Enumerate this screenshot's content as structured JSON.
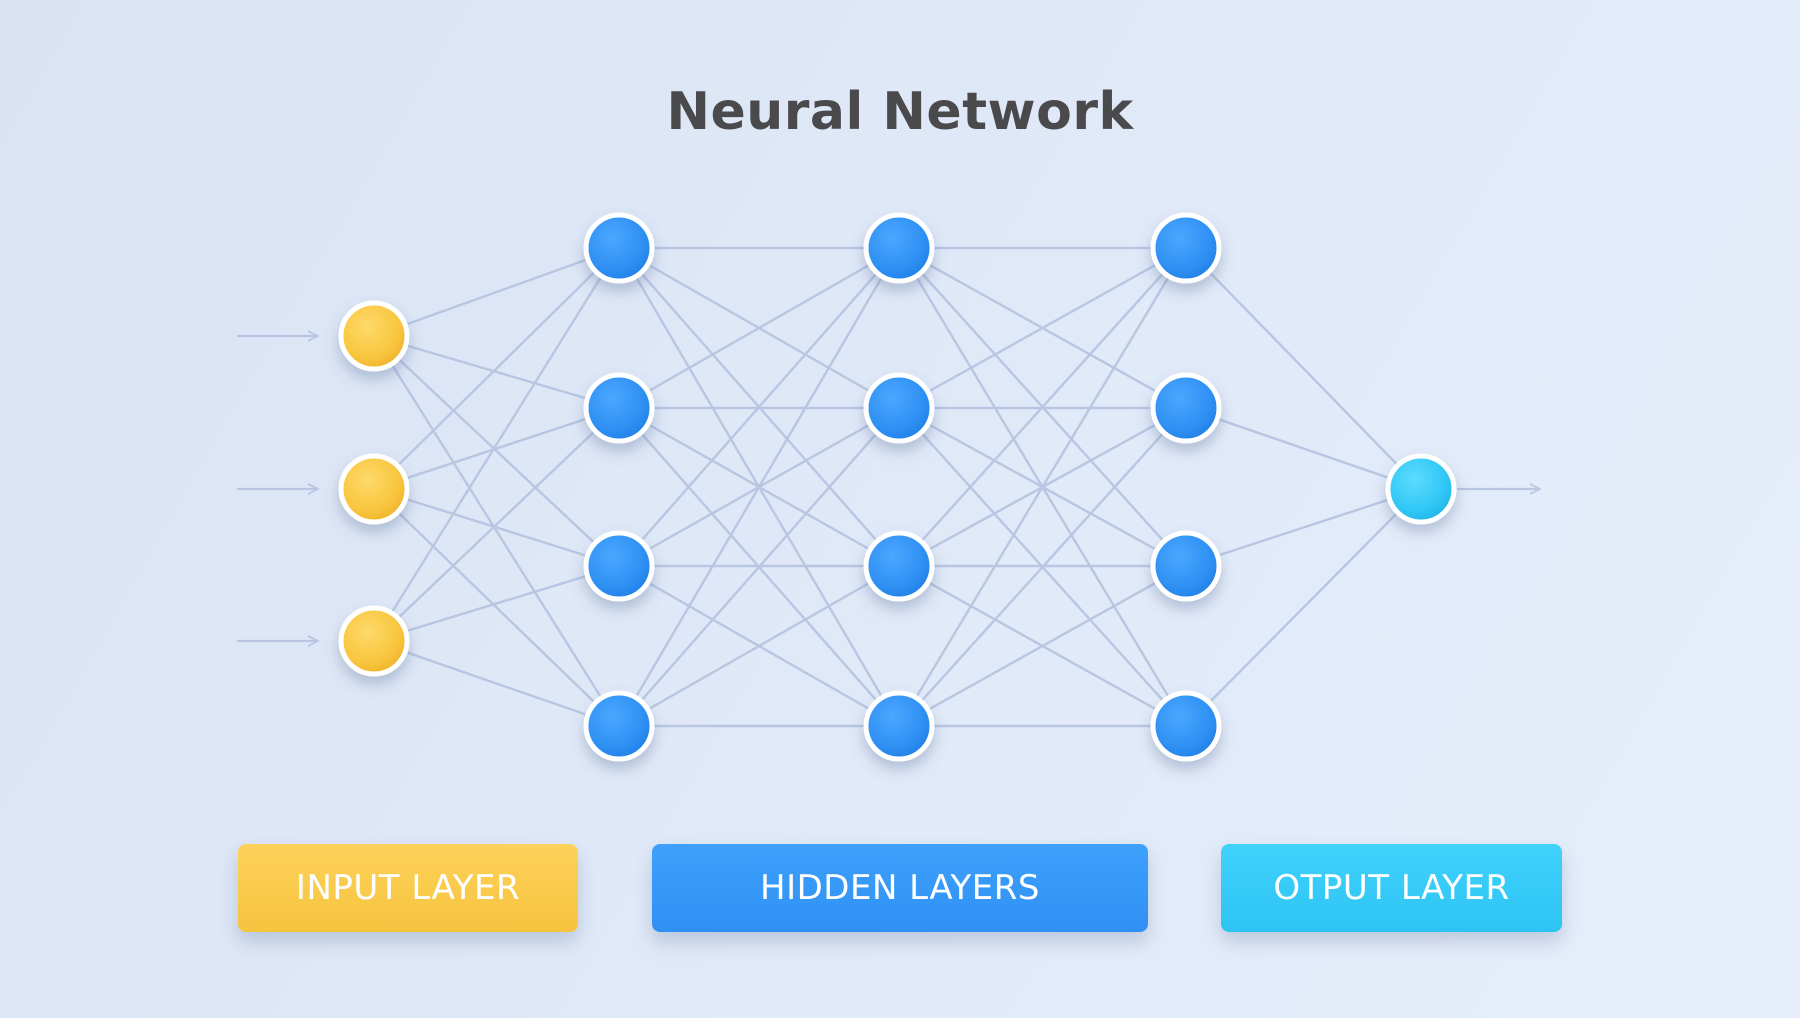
{
  "title": "Neural Network",
  "labels": {
    "input": "INPUT LAYER",
    "hidden": "HIDDEN LAYERS",
    "output": "OTPUT LAYER"
  },
  "layers": [
    {
      "role": "input",
      "nodes": 3
    },
    {
      "role": "hidden",
      "nodes": 4
    },
    {
      "role": "hidden",
      "nodes": 4
    },
    {
      "role": "hidden",
      "nodes": 4
    },
    {
      "role": "output",
      "nodes": 1
    }
  ],
  "connectivity": "fully-connected",
  "colors": {
    "background": "#dfe8f7",
    "input": "#f8c53d",
    "hidden": "#2e8ff3",
    "output": "#2fc6f5",
    "edge": "#b8c6e2",
    "title": "#4a4a4c"
  }
}
